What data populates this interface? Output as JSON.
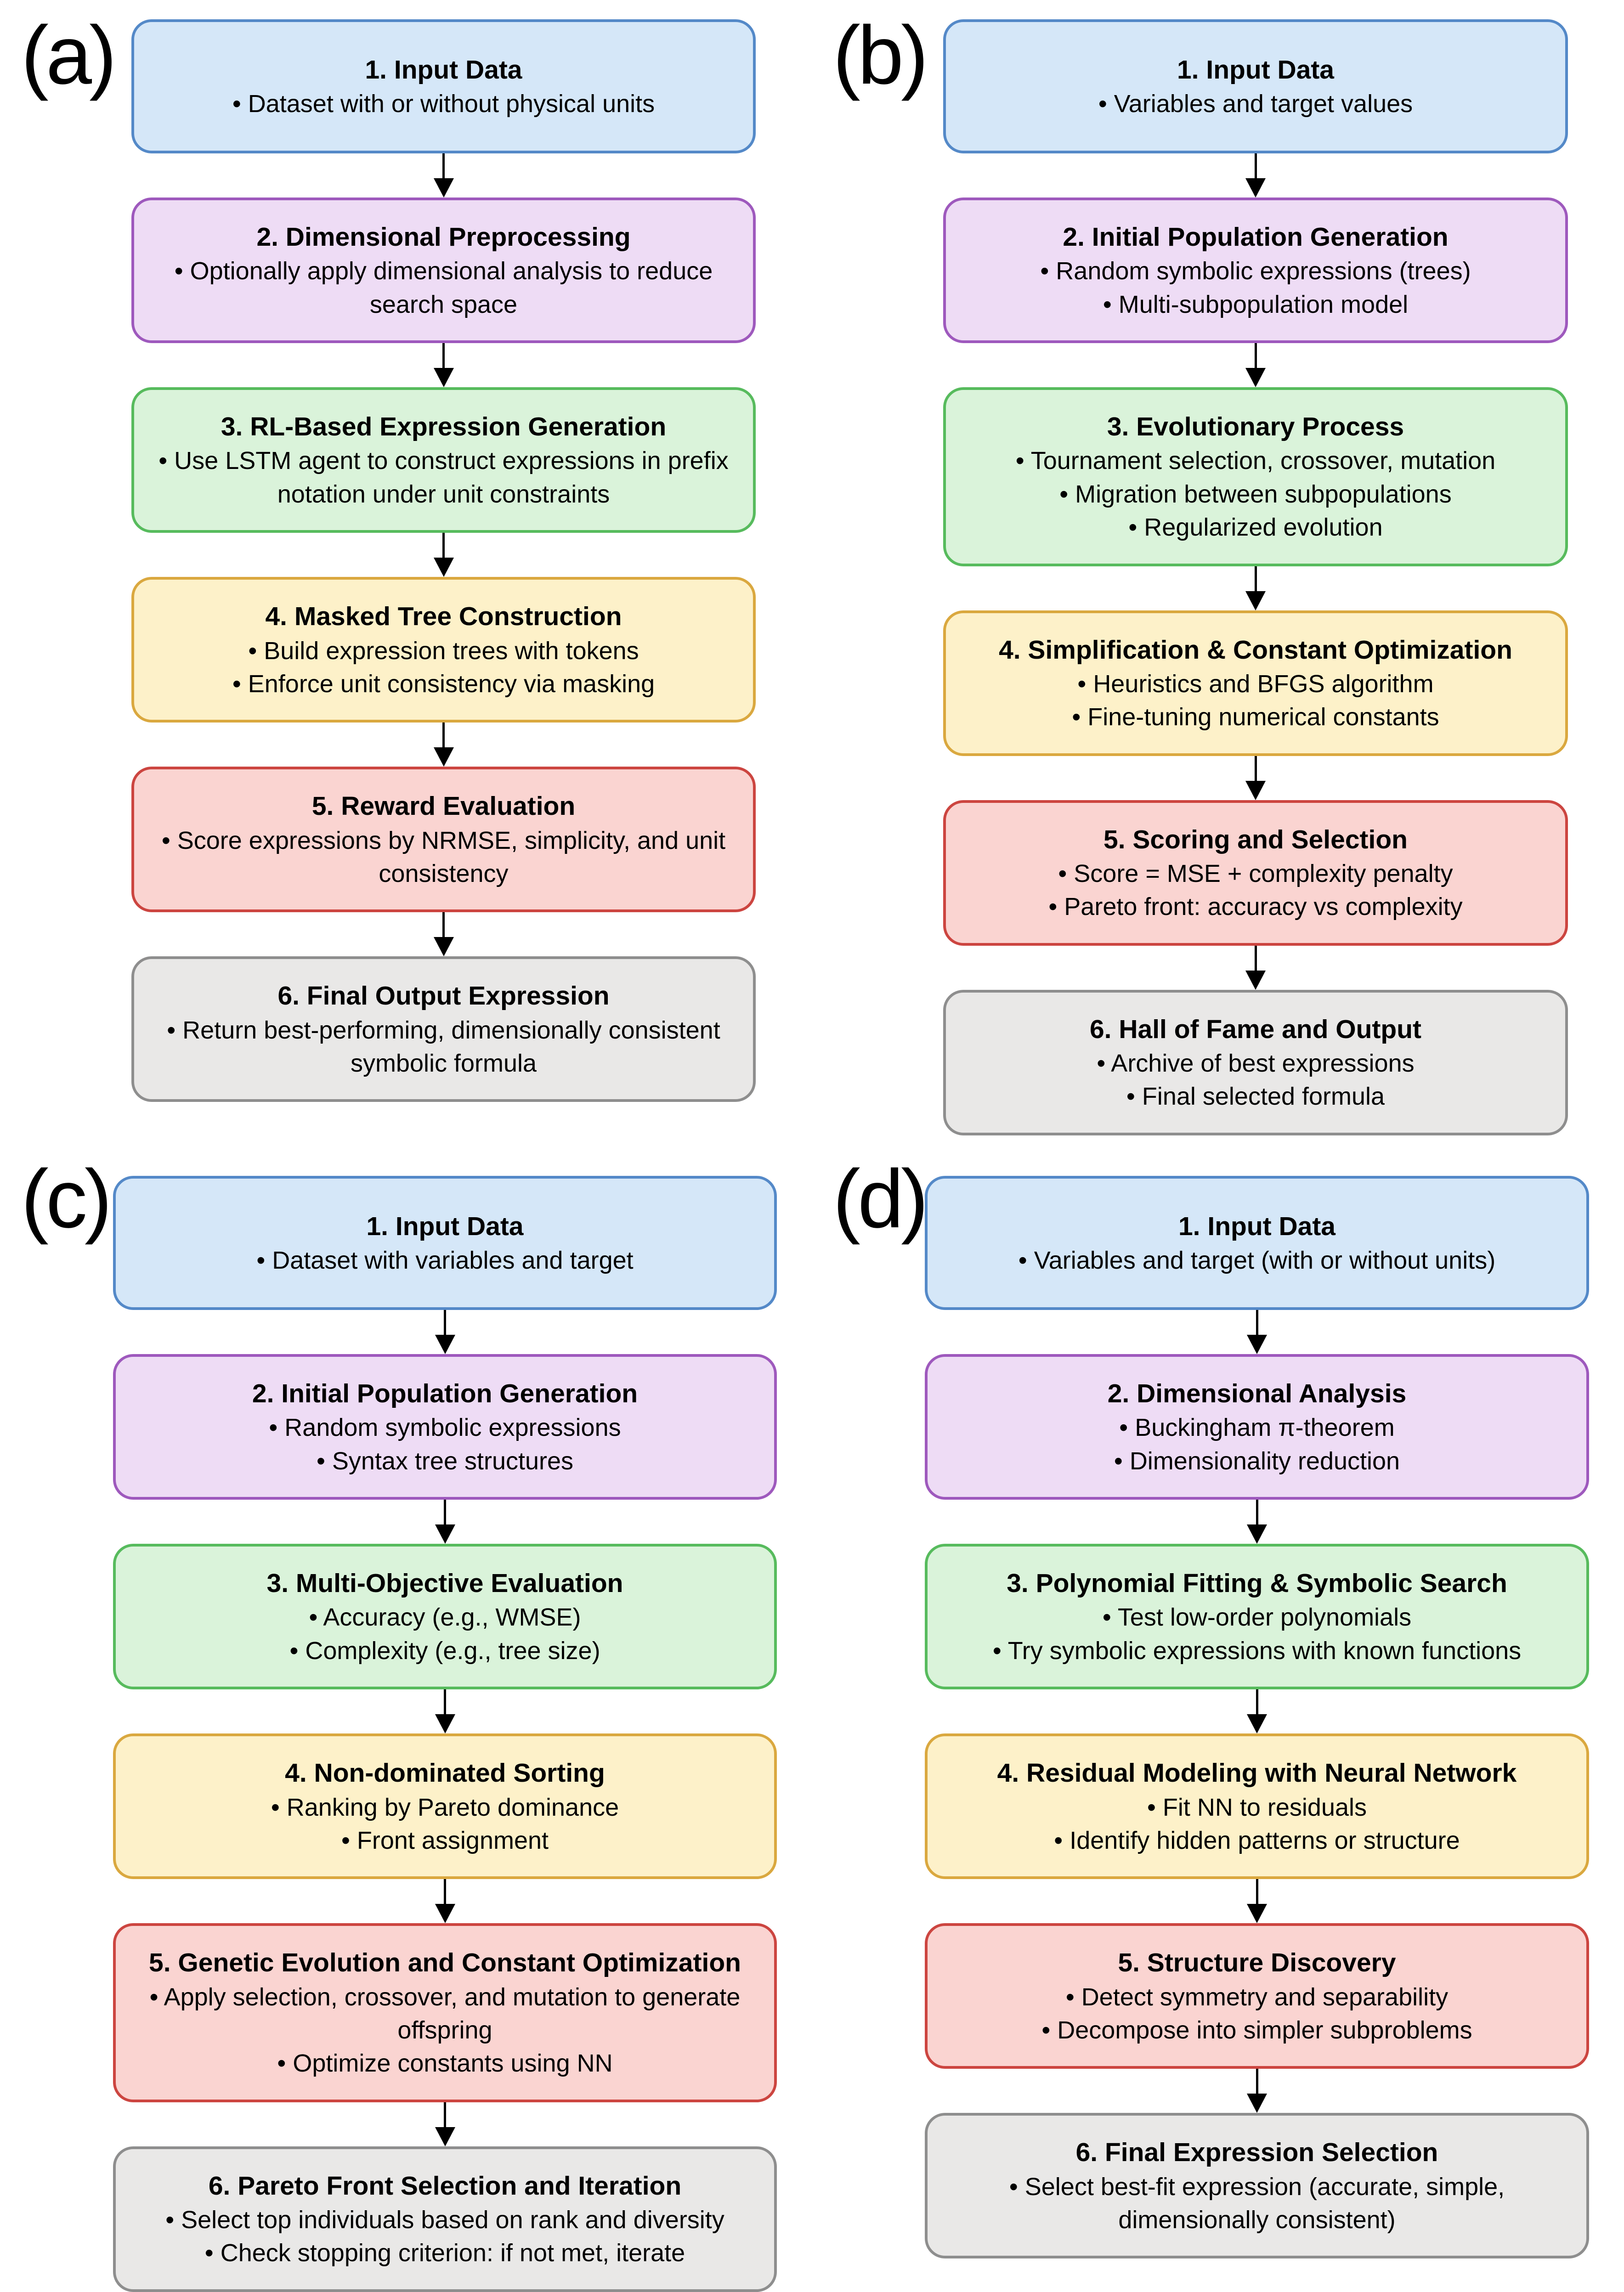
{
  "bullet_char": "•",
  "colors": {
    "blue": {
      "fill": "#d5e7f8",
      "stroke": "#5489c8"
    },
    "purple": {
      "fill": "#eedcf5",
      "stroke": "#9e59bd"
    },
    "green": {
      "fill": "#daf3da",
      "stroke": "#57bb5d"
    },
    "yellow": {
      "fill": "#fdf1c9",
      "stroke": "#daa83f"
    },
    "red": {
      "fill": "#fad4d1",
      "stroke": "#cc4540"
    },
    "gray": {
      "fill": "#e9e8e7",
      "stroke": "#8e8e8e"
    }
  },
  "panels": [
    {
      "id": "a",
      "label": "(a)",
      "steps": [
        {
          "color": "blue",
          "title": "1. Input Data",
          "bullets": [
            "Dataset with or without physical units"
          ]
        },
        {
          "color": "purple",
          "title": "2. Dimensional Preprocessing",
          "bullets": [
            "Optionally apply dimensional analysis to reduce search space"
          ]
        },
        {
          "color": "green",
          "title": "3. RL-Based Expression Generation",
          "bullets": [
            "Use LSTM agent to construct expressions in prefix notation under unit constraints"
          ]
        },
        {
          "color": "yellow",
          "title": "4. Masked Tree Construction",
          "bullets": [
            "Build expression trees with tokens",
            "Enforce unit consistency via masking"
          ]
        },
        {
          "color": "red",
          "title": "5. Reward Evaluation",
          "bullets": [
            "Score expressions by NRMSE, simplicity, and unit consistency"
          ]
        },
        {
          "color": "gray",
          "title": "6. Final Output Expression",
          "bullets": [
            "Return best-performing, dimensionally consistent symbolic formula"
          ]
        }
      ]
    },
    {
      "id": "b",
      "label": "(b)",
      "steps": [
        {
          "color": "blue",
          "title": "1. Input Data",
          "bullets": [
            "Variables and target values"
          ]
        },
        {
          "color": "purple",
          "title": "2. Initial Population Generation",
          "bullets": [
            "Random symbolic expressions (trees)",
            "Multi-subpopulation model"
          ]
        },
        {
          "color": "green",
          "title": "3. Evolutionary Process",
          "bullets": [
            "Tournament selection, crossover, mutation",
            "Migration between subpopulations",
            "Regularized evolution"
          ]
        },
        {
          "color": "yellow",
          "title": "4. Simplification & Constant Optimization",
          "bullets": [
            "Heuristics and BFGS algorithm",
            "Fine-tuning numerical constants"
          ]
        },
        {
          "color": "red",
          "title": "5. Scoring and Selection",
          "bullets": [
            "Score = MSE + complexity penalty",
            "Pareto front: accuracy vs complexity"
          ]
        },
        {
          "color": "gray",
          "title": "6. Hall of Fame and Output",
          "bullets": [
            "Archive of best expressions",
            "Final selected formula"
          ]
        }
      ]
    },
    {
      "id": "c",
      "label": "(c)",
      "steps": [
        {
          "color": "blue",
          "title": "1. Input Data",
          "bullets": [
            "Dataset with variables and target"
          ]
        },
        {
          "color": "purple",
          "title": "2. Initial Population Generation",
          "bullets": [
            "Random symbolic expressions",
            "Syntax tree structures"
          ]
        },
        {
          "color": "green",
          "title": "3. Multi-Objective Evaluation",
          "bullets": [
            "Accuracy (e.g., WMSE)",
            "Complexity (e.g., tree size)"
          ]
        },
        {
          "color": "yellow",
          "title": "4. Non-dominated Sorting",
          "bullets": [
            "Ranking by Pareto dominance",
            "Front assignment"
          ]
        },
        {
          "color": "red",
          "title": "5. Genetic Evolution and Constant Optimization",
          "bullets": [
            "Apply selection, crossover, and mutation to generate offspring",
            "Optimize constants using NN"
          ]
        },
        {
          "color": "gray",
          "title": "6. Pareto Front Selection and Iteration",
          "bullets": [
            "Select top individuals based on rank and diversity",
            "Check stopping criterion: if not met, iterate"
          ]
        }
      ]
    },
    {
      "id": "d",
      "label": "(d)",
      "steps": [
        {
          "color": "blue",
          "title": "1. Input Data",
          "bullets": [
            "Variables and target (with or without units)"
          ]
        },
        {
          "color": "purple",
          "title": "2. Dimensional Analysis",
          "bullets": [
            "Buckingham π-theorem",
            "Dimensionality reduction"
          ]
        },
        {
          "color": "green",
          "title": "3. Polynomial Fitting & Symbolic Search",
          "bullets": [
            "Test low-order polynomials",
            "Try symbolic expressions with known functions"
          ]
        },
        {
          "color": "yellow",
          "title": "4. Residual Modeling with Neural Network",
          "bullets": [
            "Fit NN to residuals",
            "Identify hidden patterns or structure"
          ]
        },
        {
          "color": "red",
          "title": "5. Structure Discovery",
          "bullets": [
            "Detect symmetry and separability",
            "Decompose into simpler subproblems"
          ]
        },
        {
          "color": "gray",
          "title": "6. Final Expression Selection",
          "bullets": [
            "Select best-fit expression (accurate, simple, dimensionally consistent)"
          ]
        }
      ]
    }
  ]
}
